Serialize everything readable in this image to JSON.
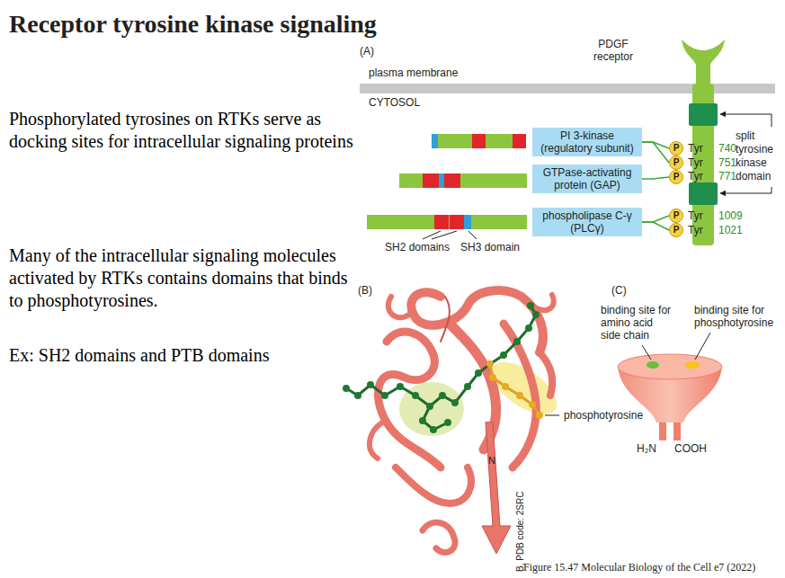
{
  "diagram": {
    "title": "Receptor tyrosine kinase signaling",
    "caption": "Figure 15.47 Molecular Biology of the Cell e7 (2022)",
    "nodes": [
      {
        "text": [
          "PI 3-kinase (regulatory subunit)"
        ]
      },
      {
        "text": [
          "P"
        ]
      },
      {
        "text": [
          "P"
        ]
      },
      {
        "text": [
          "GTPase-activating protein (GAP)"
        ]
      },
      {
        "text": [
          "P"
        ]
      },
      {
        "text": [
          "phospholipase C-γ (PLCγ)"
        ]
      },
      {
        "text": [
          "P"
        ]
      },
      {
        "text": [
          "P"
        ]
      }
    ],
    "edges": [
      {
        "from": 0,
        "to": 1,
        "arrow": "none"
      },
      {
        "from": 0,
        "to": 2,
        "arrow": "none"
      },
      {
        "from": 3,
        "to": 4,
        "arrow": "none"
      },
      {
        "from": 5,
        "to": 6,
        "arrow": "none"
      },
      {
        "from": 5,
        "to": 7,
        "arrow": "none"
      }
    ],
    "labels": [
      "(A)",
      "plasma membrane",
      "CYTOSOL",
      "PDGF receptor",
      "Tyr",
      "740",
      "Tyr",
      "751",
      "Tyr",
      "771",
      "Tyr",
      "1009",
      "Tyr",
      "1021",
      "split tyrosine kinase domain",
      "SH2 domains",
      "SH3 domain",
      "Phosphorylated tyrosines on RTKs serve as docking sites for intracellular signaling proteins",
      "Many of the intracellular signaling molecules activated by RTKs contains domains that binds to phosphotyrosines.",
      "Ex: SH2 domains and PTB domains",
      "(B)",
      "phosphotyrosine",
      "N",
      "B, PDB code: 2SRC",
      "(C)",
      "binding site for amino acid side chain",
      "binding site for phosphotyrosine",
      "H₂N",
      "COOH"
    ]
  }
}
